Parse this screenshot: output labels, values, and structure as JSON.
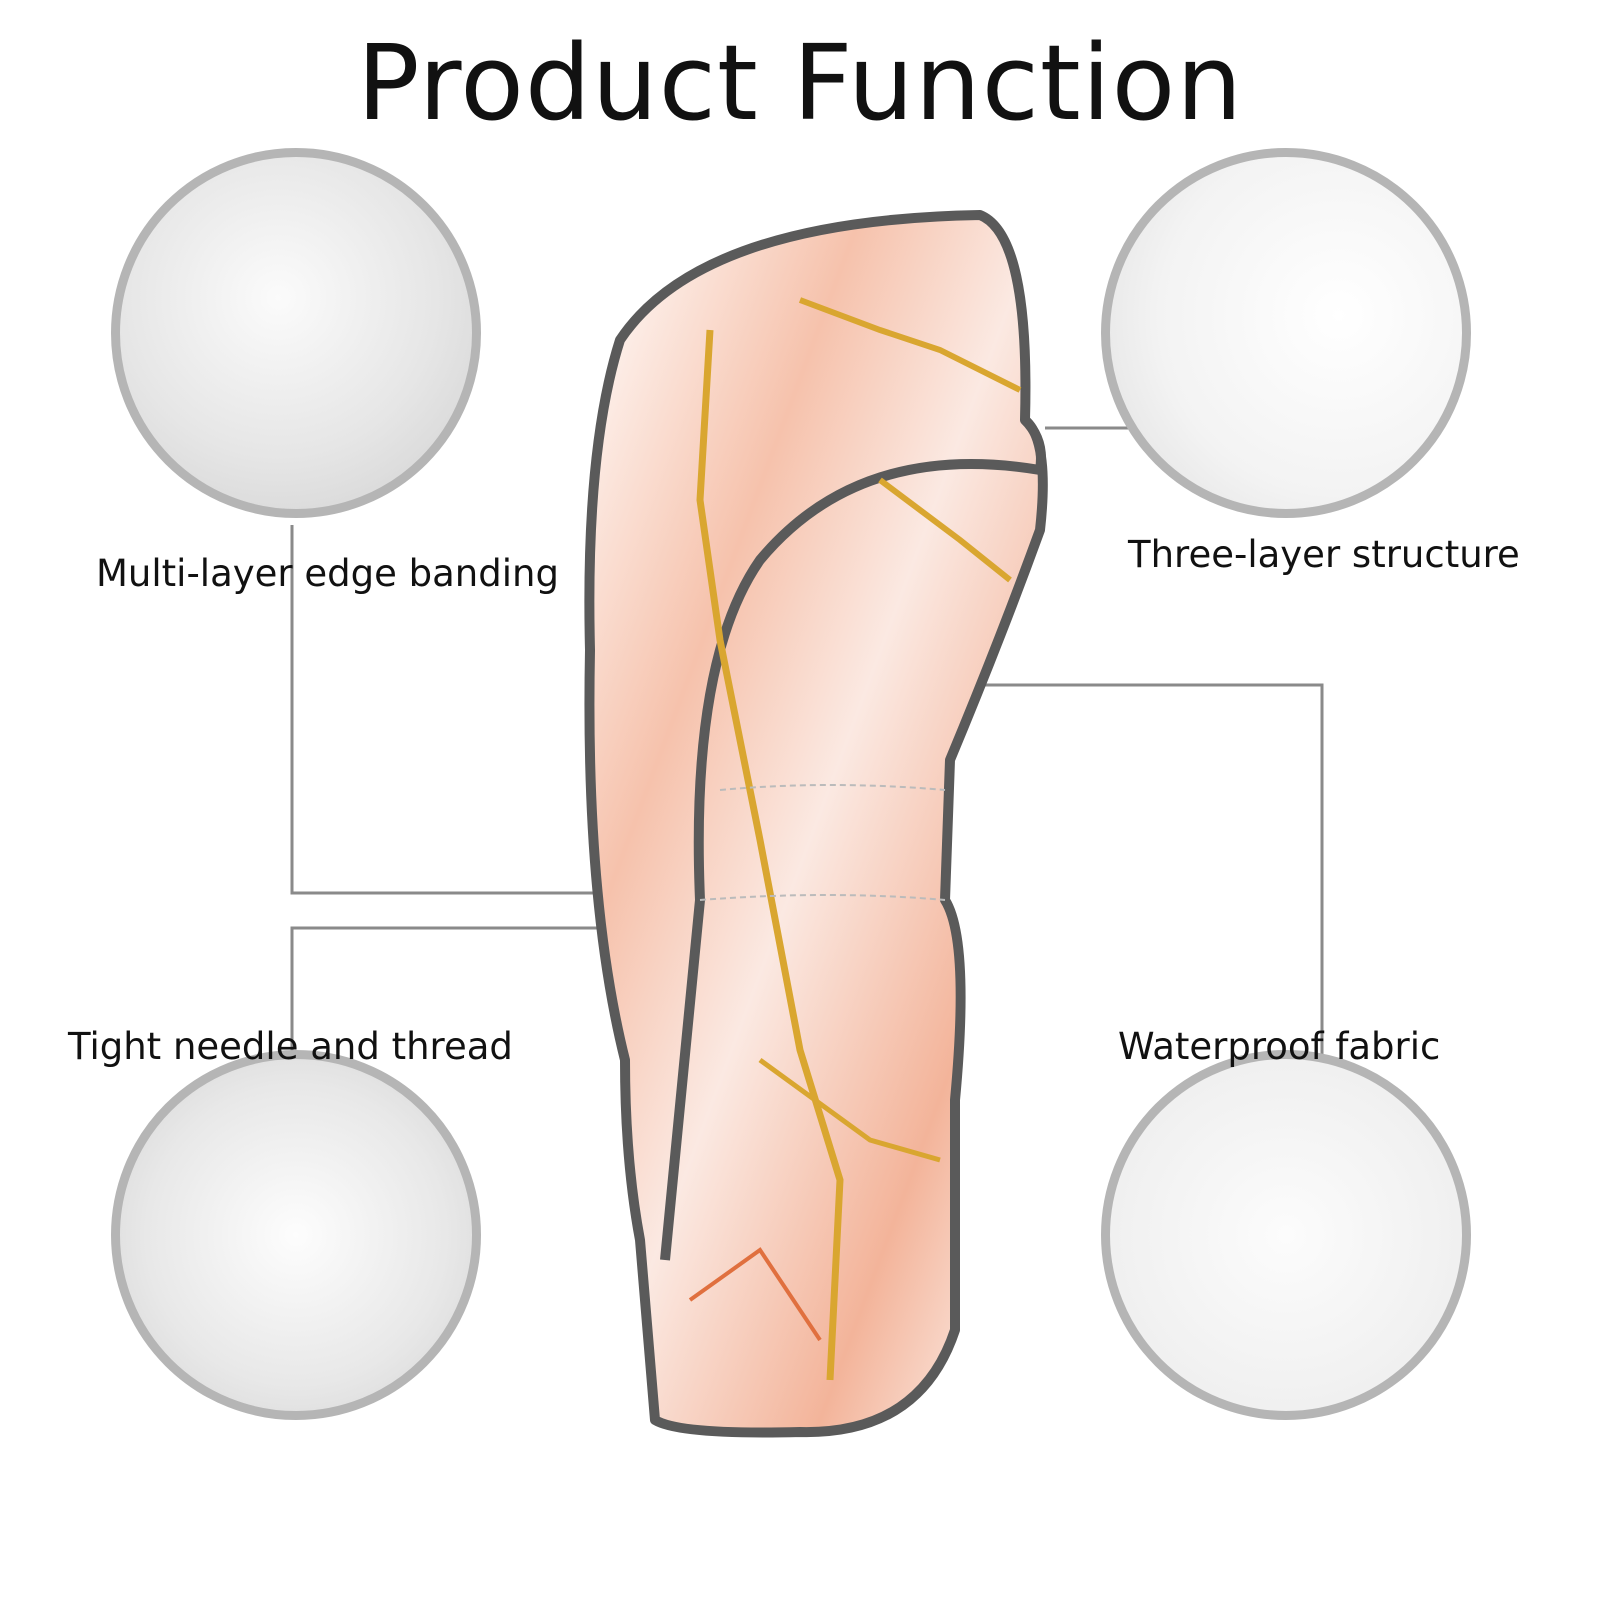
{
  "title": "Product Function",
  "features": {
    "top_left": "Multi-layer edge banding",
    "top_right": "Three-layer structure",
    "bottom_left": "Tight needle and thread",
    "bottom_right": "Waterproof fabric"
  },
  "colors": {
    "circle_border": "#b5b5b5",
    "connector": "#8a8a8a",
    "trim": "#5a5a5a",
    "marble_pink": "#f2a889",
    "vein_gold": "#d9a630"
  }
}
